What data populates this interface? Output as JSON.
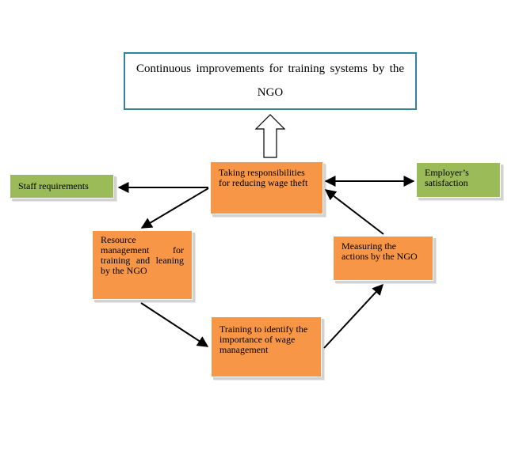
{
  "diagram": {
    "top_box": "Continuous improvements for training systems by the NGO",
    "taking": "Taking responsibilities for reducing wage theft",
    "resource": "Resource management for training and leaning by the NGO",
    "training": "Training to identify the importance of wage management",
    "measuring": "Measuring the actions by the NGO",
    "staff": "Staff requirements",
    "employer": "Employer’s satisfaction"
  },
  "colors": {
    "orange_box": "#f79646",
    "green_box": "#9bbb59",
    "top_border": "#31849b",
    "arrow": "#000000"
  }
}
